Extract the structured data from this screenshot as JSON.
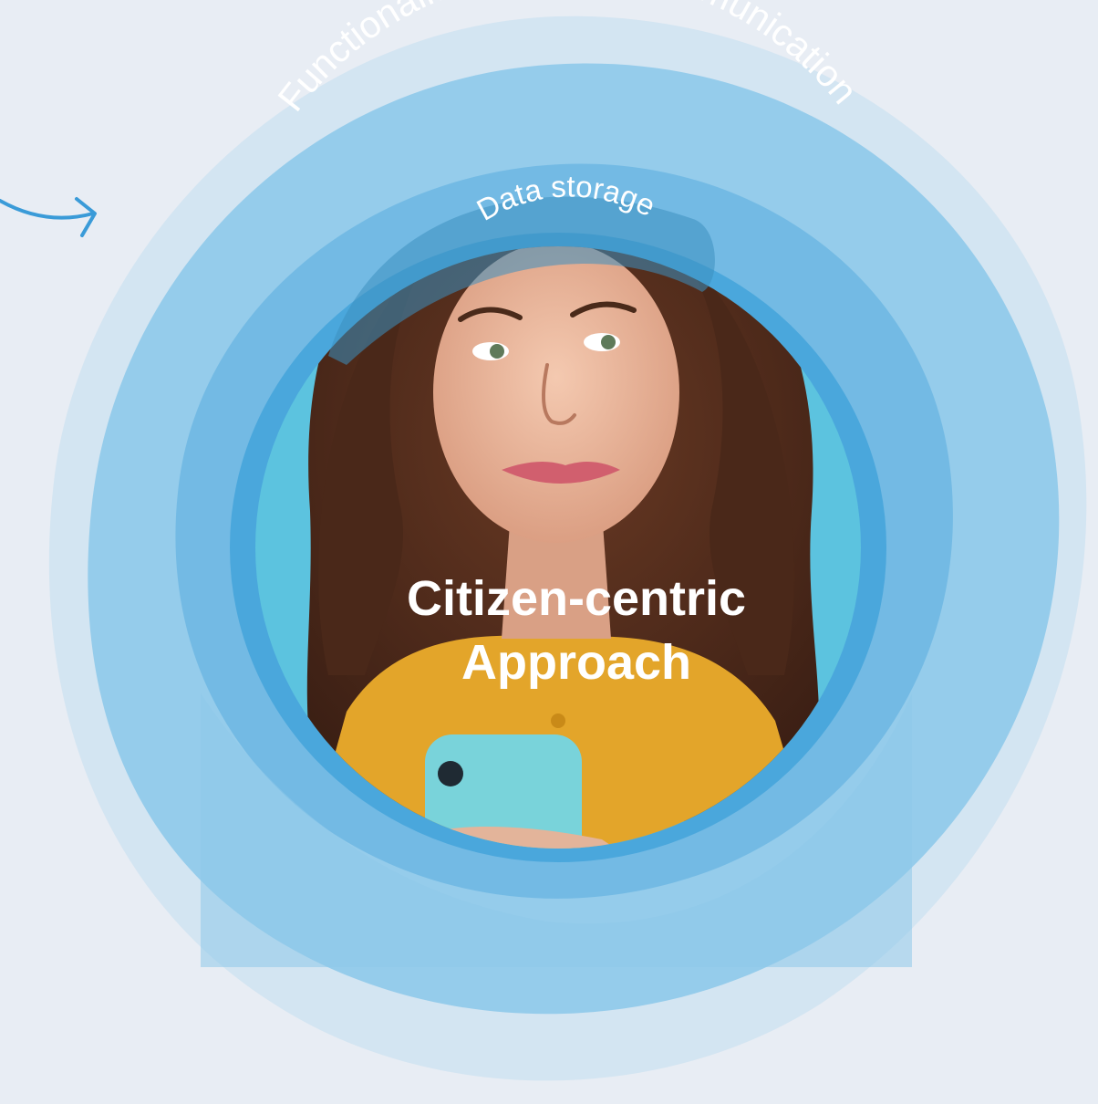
{
  "diagram": {
    "outer_ring_label": "Functionalities: data & communication",
    "middle_ring_label": "Data storage",
    "center_label_line1": "Citizen-centric",
    "center_label_line2": "Approach"
  },
  "colors": {
    "background": "#e8edf4",
    "outer_ring": "#8ec9ea",
    "middle_ring": "#6fb8e3",
    "inner_ring": "#4aa7dc",
    "core_fill": "#2f8fc9",
    "arrow": "#3a9bd8",
    "text": "#ffffff"
  },
  "icons": {
    "arrow": "curved-arrow-right-icon",
    "portrait": "woman-with-phone-portrait"
  }
}
